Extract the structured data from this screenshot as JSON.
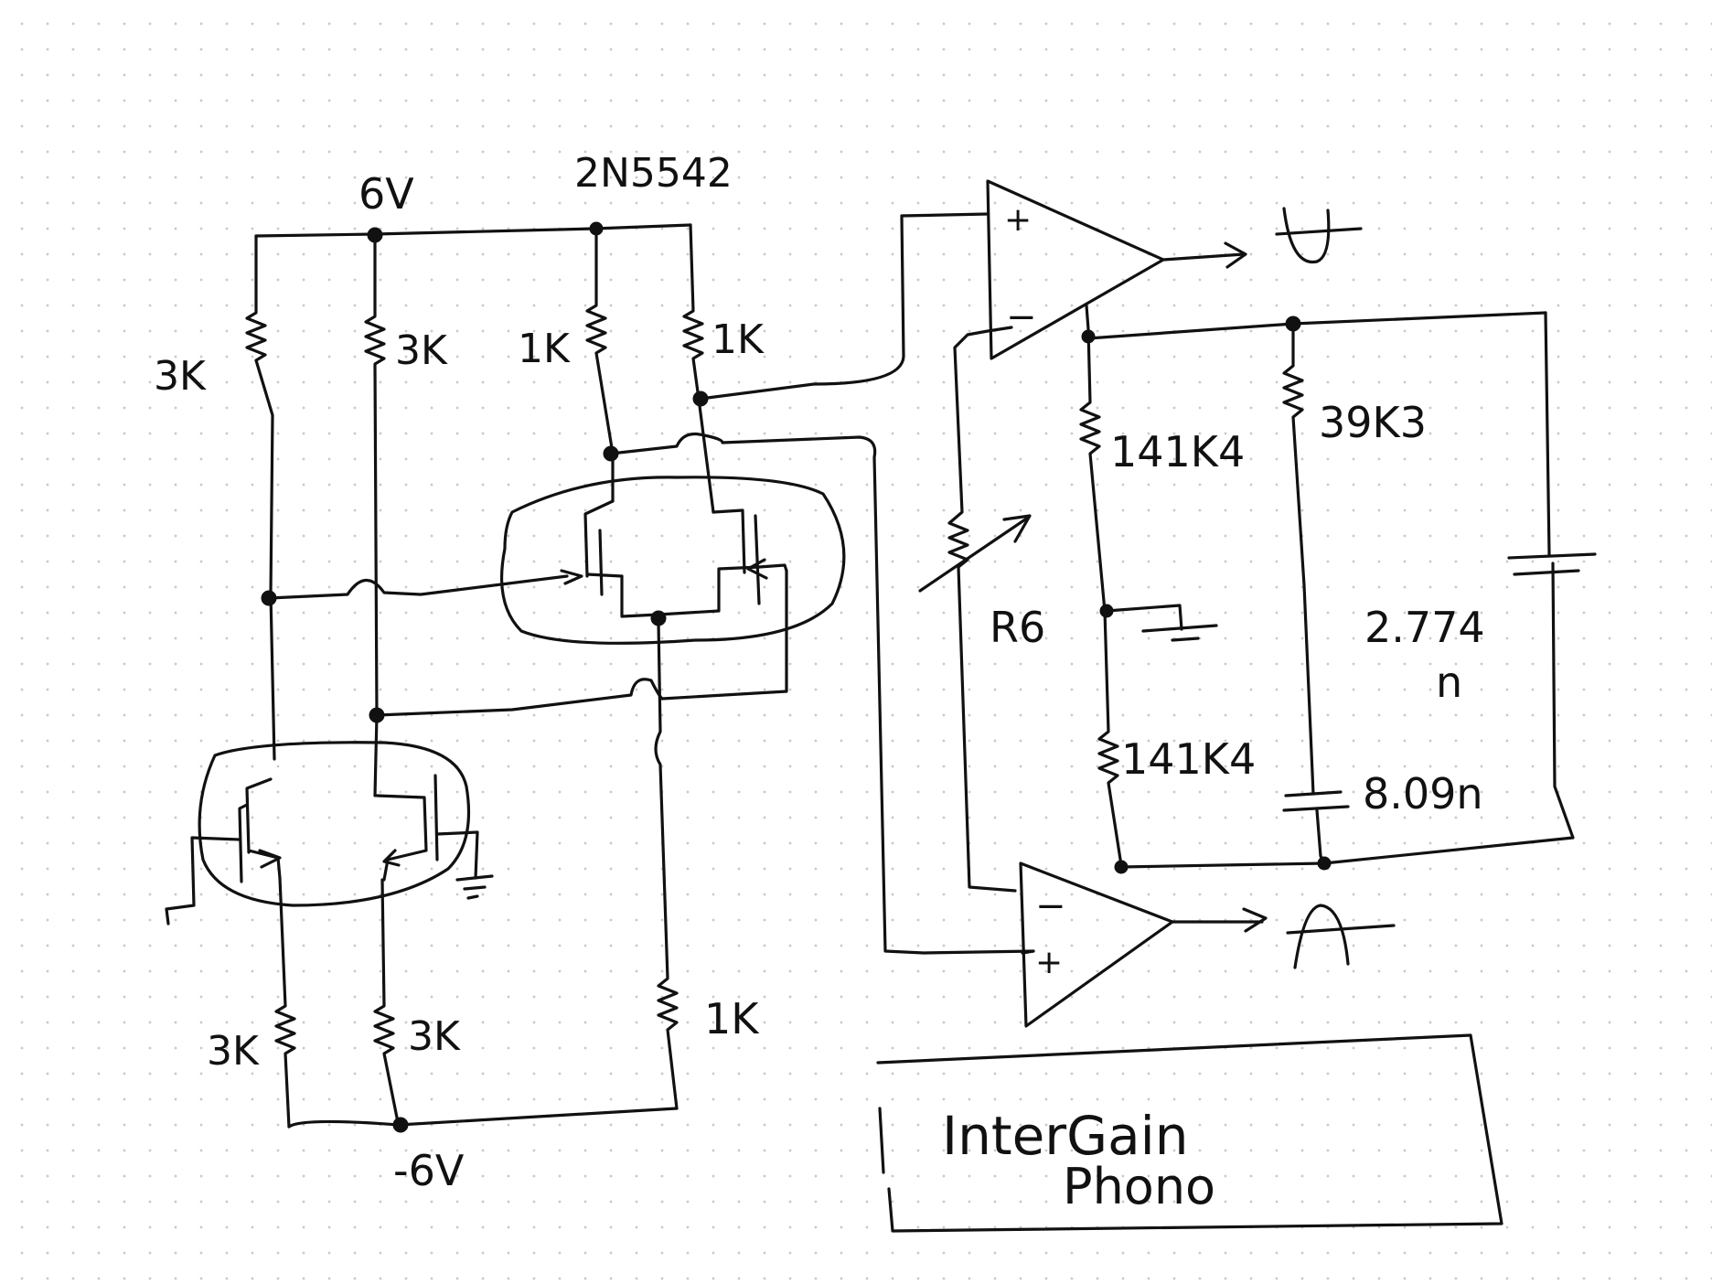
{
  "labels": {
    "supply_pos": "6V",
    "transistor_part": "2N5542",
    "supply_neg": "-6V",
    "r_top_left": "3K",
    "r_top_mid": "3K",
    "r_top_c1": "1K",
    "r_top_c2": "1K",
    "r_bot_left": "3K",
    "r_bot_mid": "3K",
    "r_bot_right": "1K",
    "r_fb_upper": "141K4",
    "r_fb_lower": "141K4",
    "r_right": "39K3",
    "r_variable": "R6",
    "cap_upper_value": "2.774",
    "cap_upper_unit": "n",
    "cap_lower": "8.09n",
    "opamp_plus": "+",
    "opamp_minus": "−"
  },
  "title_block": {
    "line1": "InterGain",
    "line2": "Phono"
  }
}
